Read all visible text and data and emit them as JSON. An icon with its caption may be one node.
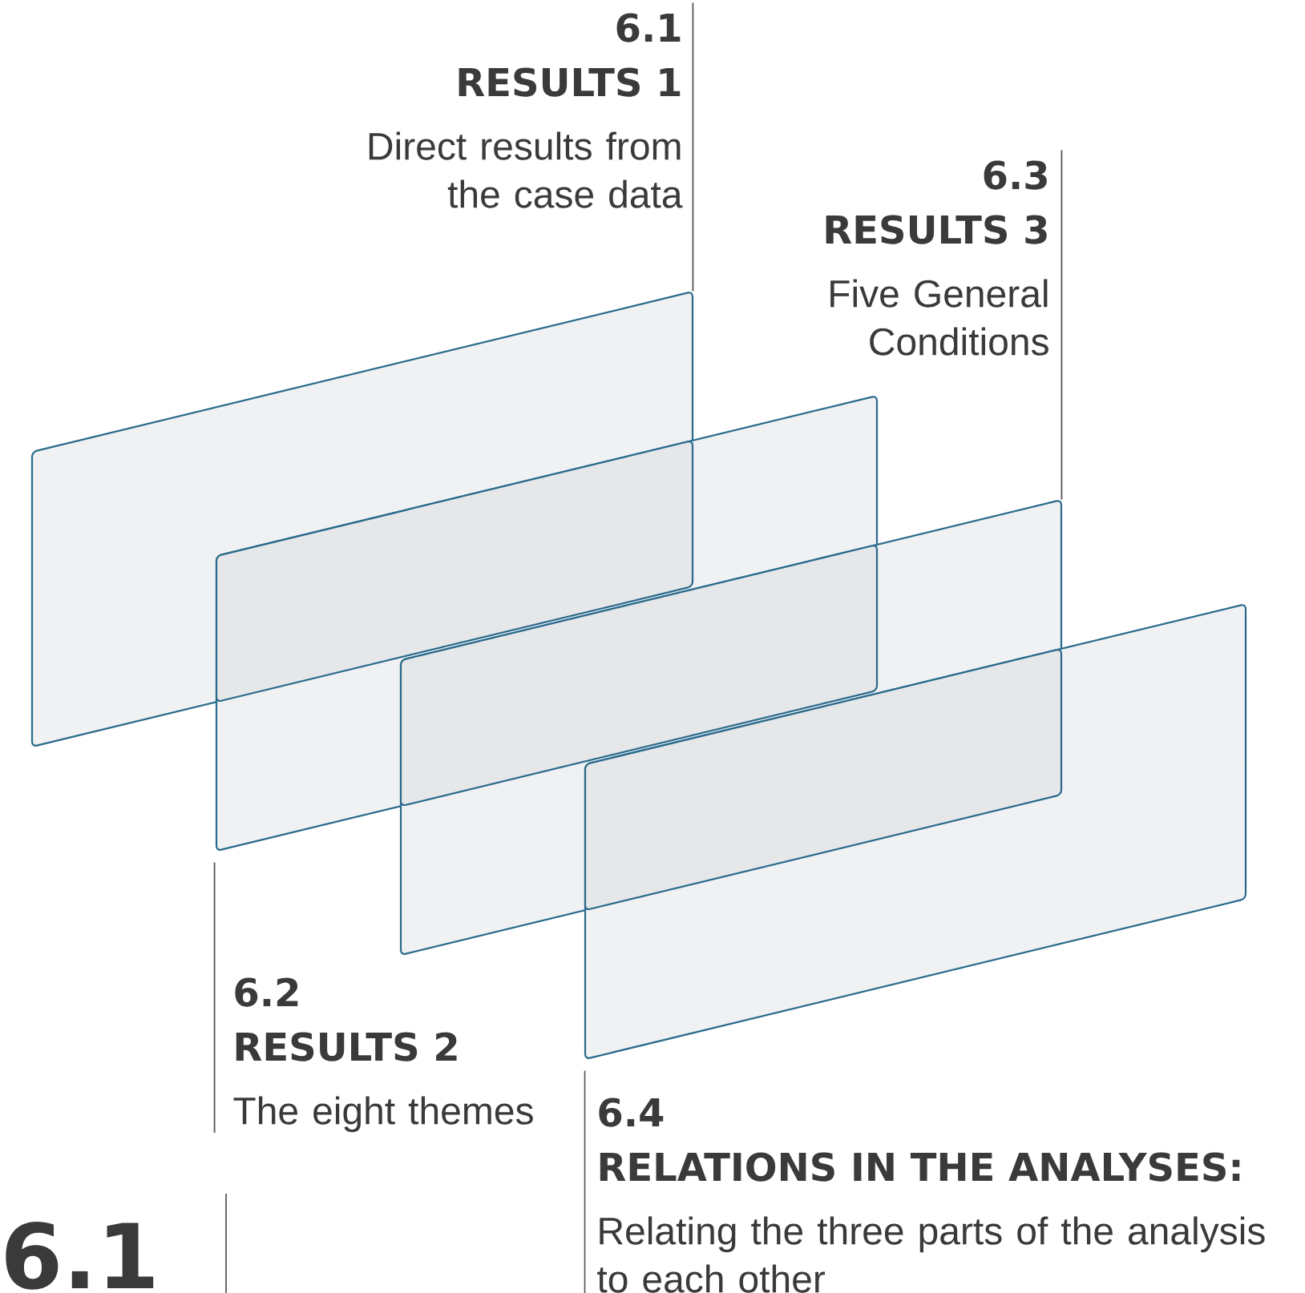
{
  "diagram": {
    "nodes": [
      {
        "text": [],
        "shape": "box"
      },
      {
        "text": [],
        "shape": "box"
      },
      {
        "text": [],
        "shape": "box"
      },
      {
        "text": [],
        "shape": "box"
      },
      {
        "text": [
          "6.1",
          "RESULTS 1",
          "Direct results from the case data"
        ]
      },
      {
        "text": [
          "6.2",
          "RESULTS 2",
          "The eight themes"
        ]
      },
      {
        "text": [
          "6.3",
          "RESULTS 3",
          "Five General Conditions"
        ]
      },
      {
        "text": [
          "6.4",
          "RELATIONS IN THE ANALYSES:",
          "Relating the three parts of the analysis to each other"
        ]
      }
    ],
    "edges": [
      {
        "from": 4,
        "to": 0,
        "arrow": "none"
      },
      {
        "from": 5,
        "to": 1,
        "arrow": "none"
      },
      {
        "from": 6,
        "to": 2,
        "arrow": "none"
      },
      {
        "from": 7,
        "to": 3,
        "arrow": "none"
      }
    ],
    "labels": [
      "6.1"
    ]
  }
}
